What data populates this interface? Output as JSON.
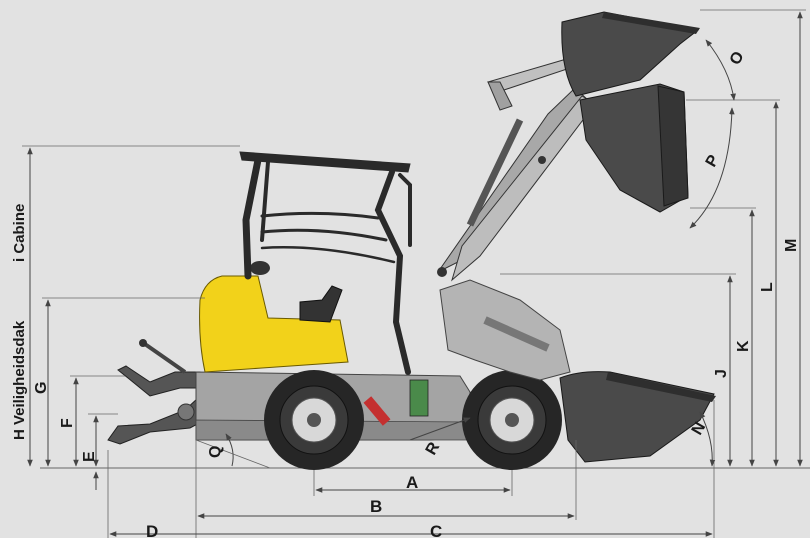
{
  "labels": {
    "A": "A",
    "B": "B",
    "C": "C",
    "D": "D",
    "E": "E",
    "F": "F",
    "G": "G",
    "J": "J",
    "K": "K",
    "L": "L",
    "M": "M",
    "N": "N",
    "O": "O",
    "P": "P",
    "Q": "Q",
    "R": "R",
    "cabine": "i Cabine",
    "veiligheidsdak": "H Veiligheidsdak"
  },
  "colors": {
    "background": "#e2e2e2",
    "body_yellow": "#f2d21a",
    "frame_gray": "#9c9c9c",
    "dark": "#333333",
    "bucket": "#4a4a4a",
    "tire": "#262626"
  }
}
